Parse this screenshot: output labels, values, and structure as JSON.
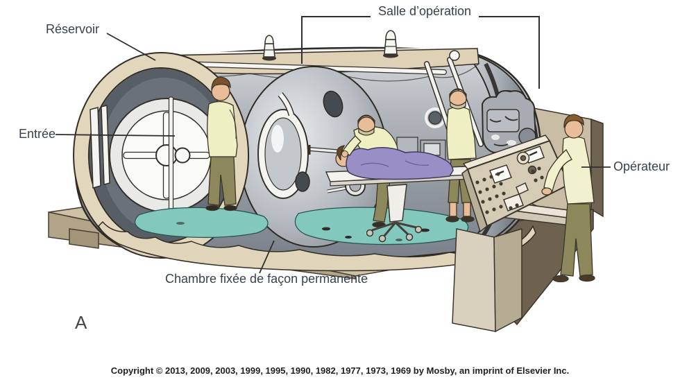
{
  "figure": {
    "panel_letter": "A",
    "labels": {
      "reservoir": "Réservoir",
      "operating_room": "Salle d’opération",
      "entrance": "Entrée",
      "operator": "Opérateur",
      "fixed_chamber": "Chambre fixée de façon permanente"
    },
    "copyright": "Copyright © 2013, 2009, 2003, 1999, 1995, 1990, 1982, 1977, 1973, 1969 by Mosby, an imprint of Elsevier Inc.",
    "colors": {
      "label_text": "#39404f",
      "shell_tan": "#e0d4ba",
      "metal_gray": "#9aa0a8",
      "floor_teal": "#82c8bd",
      "blanket_purple": "#9a8ec6",
      "scrubs_yellow": "#eef0c3",
      "trousers_olive": "#8d885c",
      "console_tan": "#d6ccb5"
    }
  }
}
